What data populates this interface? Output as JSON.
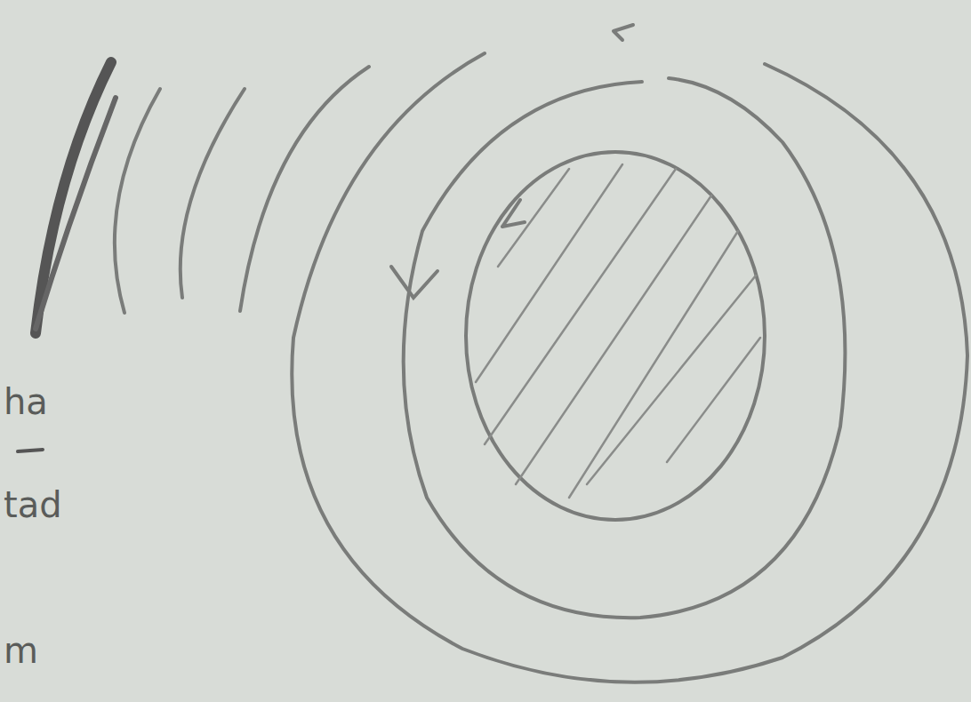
{
  "diagram": {
    "labels": [
      "ha",
      "tad",
      "m"
    ]
  }
}
